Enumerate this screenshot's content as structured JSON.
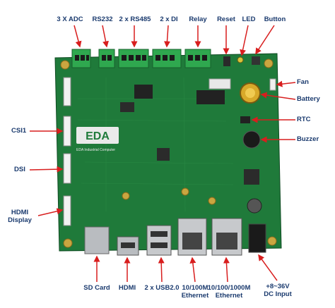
{
  "board": {
    "logo_text": "EDA",
    "silk_text_1": "EDA Industrial Computer",
    "colors": {
      "pcb": "#1f7a3a",
      "pcb_dark": "#145a2a",
      "connector": "#2fa84f",
      "arrow": "#d81e1e",
      "label": "#1a3a6e",
      "metal": "#b9bcc0"
    }
  },
  "labels": {
    "adc": "3 X ADC",
    "rs232": "RS232",
    "rs485": "2 x RS485",
    "di": "2 x DI",
    "relay": "Relay",
    "reset": "Reset",
    "led": "LED",
    "button": "Button",
    "fan": "Fan",
    "battery": "Battery",
    "rtc": "RTC",
    "buzzer": "Buzzer",
    "csi1": "CSI1",
    "dsi": "DSI",
    "hdmi_display_1": "HDMI",
    "hdmi_display_2": "Display",
    "sd_card": "SD Card",
    "hdmi": "HDMI",
    "usb": "2 x USB2.0",
    "eth100_1": "10/100M",
    "eth100_2": "Ethernet",
    "eth1000_1": "10/100/1000M",
    "eth1000_2": "Ethernet",
    "dc_1": "+8~36V",
    "dc_2": "DC Input"
  }
}
